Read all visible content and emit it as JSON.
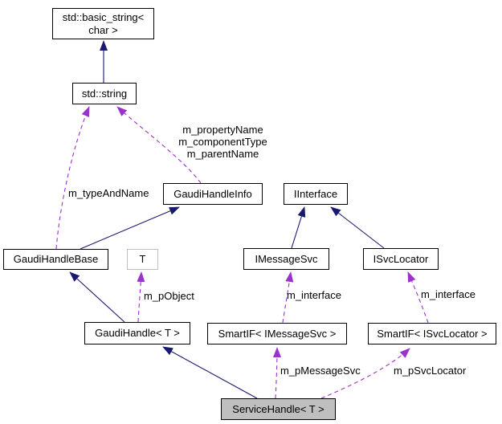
{
  "nodes": [
    {
      "id": "std-basic-string",
      "label": "std::basic_string< char >"
    },
    {
      "id": "std-string",
      "label": "std::string"
    },
    {
      "id": "gaudi-handle-info",
      "label": "GaudiHandleInfo"
    },
    {
      "id": "iinterface",
      "label": "IInterface"
    },
    {
      "id": "gaudi-handle-base",
      "label": "GaudiHandleBase"
    },
    {
      "id": "template-param-t",
      "label": "T"
    },
    {
      "id": "imessagesvc",
      "label": "IMessageSvc"
    },
    {
      "id": "isvclocator",
      "label": "ISvcLocator"
    },
    {
      "id": "gaudi-handle",
      "label": "GaudiHandle< T >"
    },
    {
      "id": "smartif-imessagesvc",
      "label": "SmartIF< IMessageSvc >"
    },
    {
      "id": "smartif-isvclocator",
      "label": "SmartIF< ISvcLocator >"
    },
    {
      "id": "service-handle",
      "label": "ServiceHandle< T >"
    }
  ],
  "edge_labels": [
    {
      "id": "property-group",
      "text": "m_propertyName\nm_componentType\nm_parentName"
    },
    {
      "id": "m-type-and-name",
      "text": "m_typeAndName"
    },
    {
      "id": "m-p-object",
      "text": "m_pObject"
    },
    {
      "id": "m-interface-left",
      "text": "m_interface"
    },
    {
      "id": "m-interface-right",
      "text": "m_interface"
    },
    {
      "id": "m-p-message-svc",
      "text": "m_pMessageSvc"
    },
    {
      "id": "m-p-svc-locator",
      "text": "m_pSvcLocator"
    }
  ],
  "colors": {
    "background": "#ffffff",
    "text": "#000000",
    "node_border": "#000000",
    "node_fill": "#ffffff",
    "highlight_fill": "#bfbfbf",
    "template_param_border": "#bfbfbf",
    "inheritance_edge": "#191970",
    "usage_edge": "#9a32cd"
  }
}
